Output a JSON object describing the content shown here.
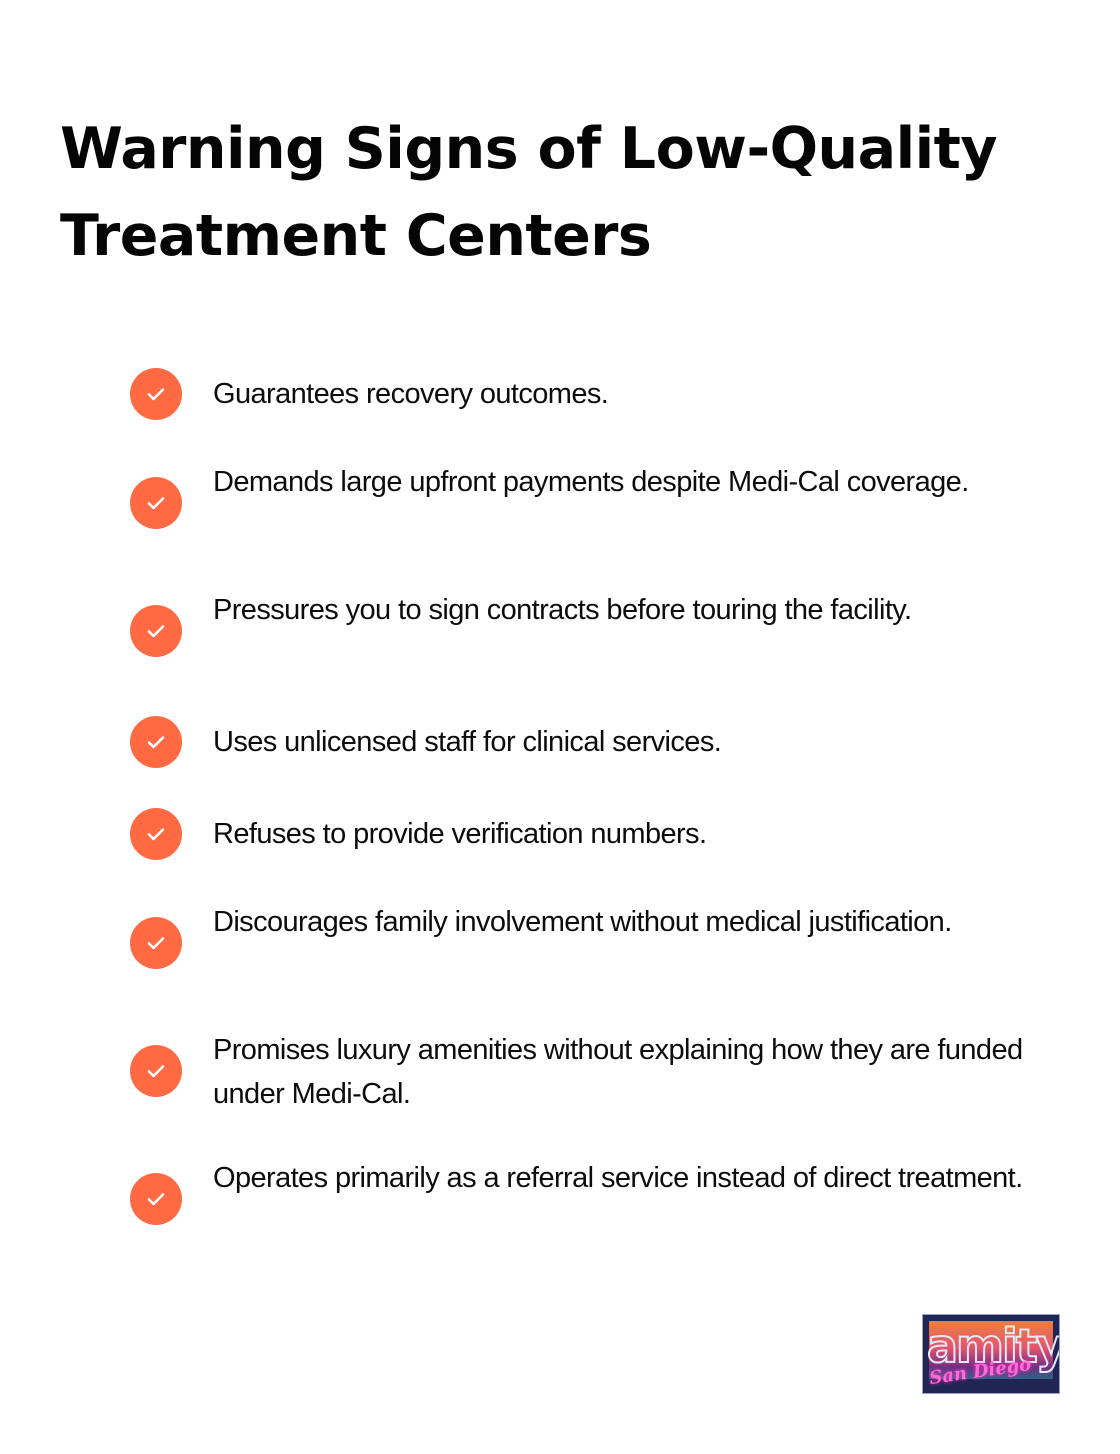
{
  "title": "Warning Signs of Low-Quality Treatment Centers",
  "colors": {
    "accent": "#FF6A42",
    "text": "#0D0D0D",
    "background": "#FFFFFF"
  },
  "list": {
    "icon": "check-circle-icon",
    "items": [
      {
        "text": "Guarantees recovery outcomes."
      },
      {
        "text": "Demands large upfront payments despite Medi-Cal coverage."
      },
      {
        "text": "Pressures you to sign contracts before touring the facility."
      },
      {
        "text": "Uses unlicensed staff for clinical services."
      },
      {
        "text": "Refuses to provide verification numbers."
      },
      {
        "text": "Discourages family involvement without medical justification."
      },
      {
        "text": "Promises luxury amenities without explaining how they are funded under Medi-Cal."
      },
      {
        "text": "Operates primarily as a referral service instead of direct treatment."
      }
    ]
  },
  "logo": {
    "wordmark": "amity",
    "script": "San Diego"
  }
}
